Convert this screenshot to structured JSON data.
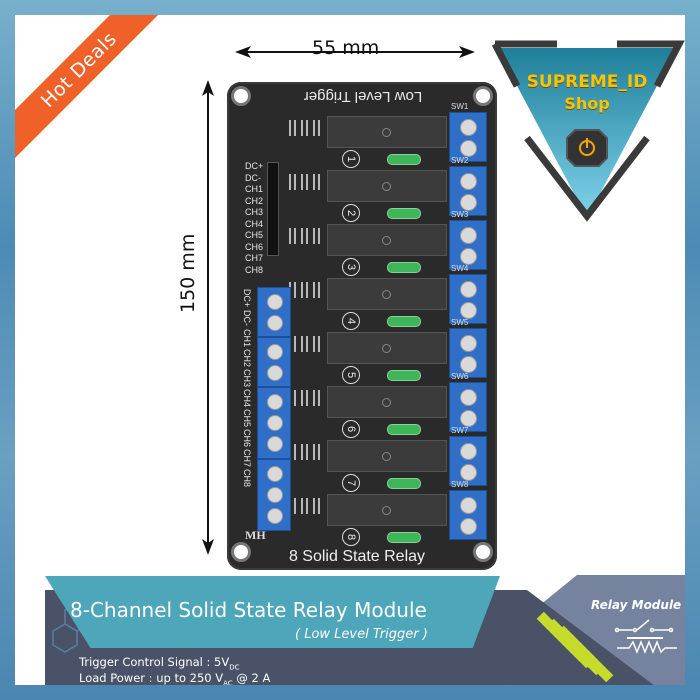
{
  "badge": {
    "label": "Hot Deals",
    "color": "#f0612a"
  },
  "dimensions": {
    "width_label": "55 mm",
    "height_label": "150 mm"
  },
  "logo": {
    "line1": "SUPREME_ID",
    "line2": "Shop",
    "icon": "power-chip-icon"
  },
  "board": {
    "top_label": "Low Level Trigger",
    "bottom_label": "8 Solid State Relay",
    "mh_label": "MH",
    "header_pins": [
      "DC+",
      "DC-",
      "CH1",
      "CH2",
      "CH3",
      "CH4",
      "CH5",
      "CH6",
      "CH7",
      "CH8"
    ],
    "input_terminals": [
      "DC+",
      "DC-",
      "CH1",
      "CH2",
      "CH3",
      "CH4",
      "CH5",
      "CH6",
      "CH7",
      "CH8"
    ],
    "channels": [
      "1",
      "2",
      "3",
      "4",
      "5",
      "6",
      "7",
      "8"
    ],
    "switch_labels": [
      "SW1",
      "SW2",
      "SW3",
      "SW4",
      "SW5",
      "SW6",
      "SW7",
      "SW8"
    ]
  },
  "banner": {
    "title": "8-Channel Solid State Relay Module",
    "subtitle": "( Low Level Trigger )",
    "spec1": "Trigger Control Signal : 5V",
    "spec1_sub": "DC",
    "spec2_a": "Load Power : up to 250 V",
    "spec2_sub": "AC",
    "spec2_b": " @ 2 A",
    "category_label": "Relay Module",
    "category_icon": "relay-switch-icon",
    "accent_color": "#4ea6bb",
    "dark_color": "#4a5268",
    "stripe_color": "#c6dc2c"
  }
}
